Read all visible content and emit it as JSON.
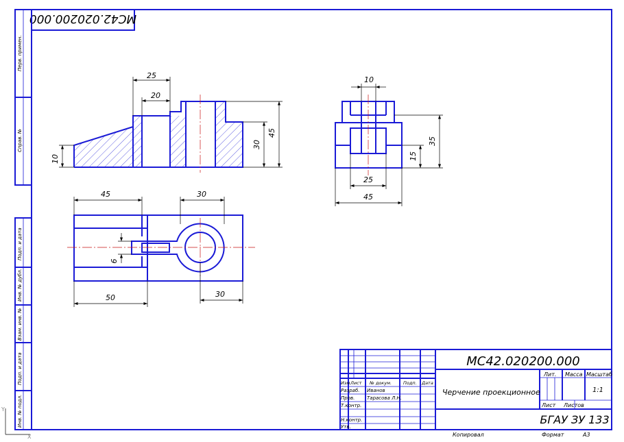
{
  "designation": "МС42.020200.000",
  "designation_rotated": "МС42.020200.000",
  "side_labels": [
    "Перв. примен.",
    "Справ. №",
    "Подп. и дата",
    "Инв. № дубл.",
    "Взам. инв. №",
    "Подп. и дата",
    "Инв. № подл."
  ],
  "title_block": {
    "col_headers": [
      "Изм.",
      "Лист",
      "№ докум.",
      "Подп.",
      "Дата"
    ],
    "roles": [
      "Разраб.",
      "Пров.",
      "Т.контр.",
      "Н.контр.",
      "Утв."
    ],
    "names": [
      "Иванов",
      "Тарасова Л.Н."
    ],
    "title": "Черчение проекционное",
    "lit": "Лит.",
    "mass": "Масса",
    "scale_label": "Масштаб",
    "scale_value": "1:1",
    "sheet_label": "Лист",
    "sheets_label": "Листов",
    "org": "БГАУ ЗУ 133",
    "copied": "Копировал",
    "format_label": "Формат",
    "format_value": "А3"
  },
  "dimensions": {
    "front": [
      "25",
      "20",
      "10",
      "30",
      "45"
    ],
    "side": [
      "10",
      "35",
      "15",
      "25",
      "45"
    ],
    "top": [
      "45",
      "30",
      "6",
      "50",
      "30"
    ]
  },
  "colors": {
    "outline": "#1a1ad6",
    "center": "#c81414",
    "dim": "#000000"
  }
}
